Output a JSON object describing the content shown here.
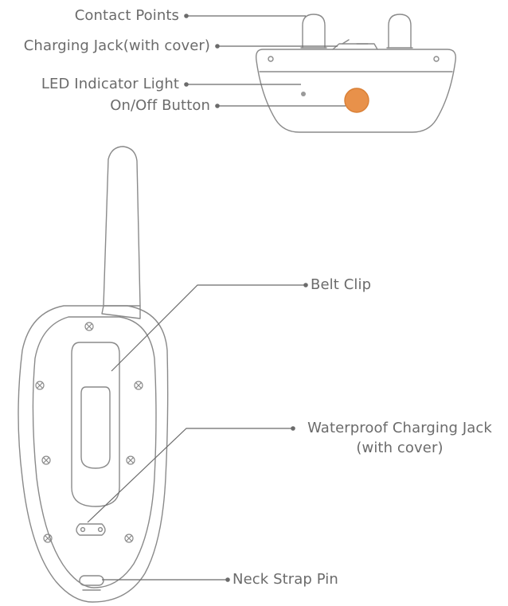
{
  "collar_labels": {
    "contact_points": "Contact Points",
    "charging_jack": "Charging Jack(with cover)",
    "led_indicator": "LED Indicator Light",
    "on_off_button": "On/Off Button"
  },
  "remote_labels": {
    "belt_clip": "Belt Clip",
    "waterproof_jack_line1": "Waterproof Charging Jack",
    "waterproof_jack_line2": "(with cover)",
    "neck_strap_pin": "Neck Strap Pin"
  },
  "colors": {
    "line": "#6b6b6b",
    "outline": "#8a8a8a",
    "button_orange": "#e8914a",
    "led_gray": "#9a9a9a",
    "background": "#ffffff"
  }
}
